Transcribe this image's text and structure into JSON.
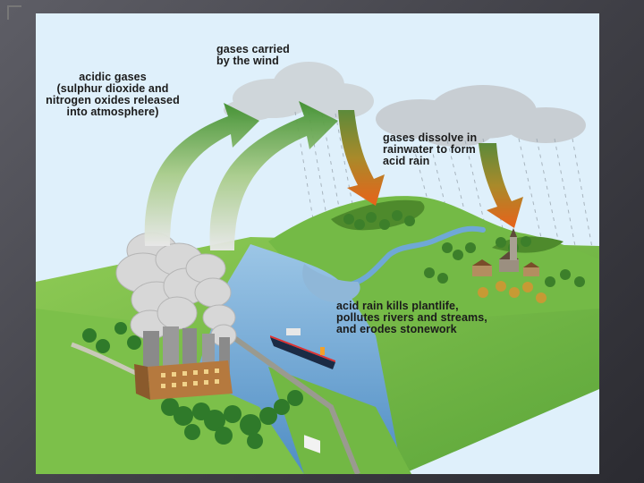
{
  "slide": {
    "labels": {
      "acidic_gases": "acidic gases\n(sulphur dioxide and\nnitrogen oxides released\ninto atmosphere)",
      "gases_carried": "gases carried\nby the wind",
      "gases_dissolve": "gases dissolve in\nrainwater to form\nacid rain",
      "acid_rain_kills": "acid rain kills plantlife,\npollutes rivers and streams,\nand erodes stonework"
    },
    "colors": {
      "sky": "#dff0fb",
      "grass": "#7dbf4a",
      "water": "#6fa8d6",
      "smoke": "#d5d5d5",
      "up_arrow": "#5aa63f",
      "rain_arrow": "#e3661b"
    }
  }
}
